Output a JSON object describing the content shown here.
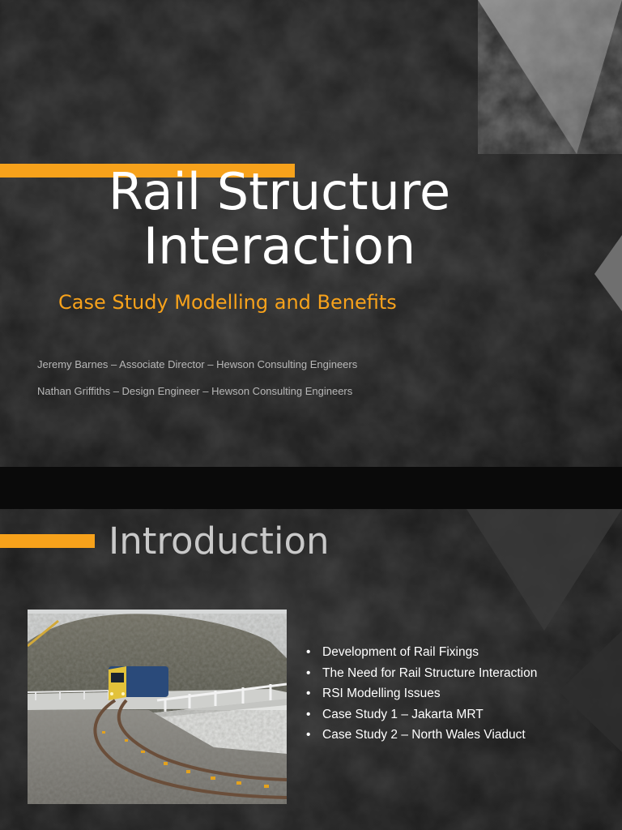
{
  "slide1": {
    "title": "Rail Structure Interaction",
    "subtitle": "Case Study Modelling and Benefits",
    "authors": [
      "Jeremy Barnes  – Associate Director  – Hewson Consulting Engineers",
      "Nathan Griffiths  – Design Engineer  – Hewson Consulting Engineers"
    ]
  },
  "slide2": {
    "title": "Introduction",
    "bullet_glyph": "•",
    "agenda": [
      "Development of Rail Fixings",
      "The Need for Rail Structure Interaction",
      "RSI Modelling Issues",
      "Case Study 1 – Jakarta MRT",
      "Case Study 2 – North Wales Viaduct"
    ]
  },
  "colors": {
    "accent": "#f7a21b",
    "background": "#1d1d1d",
    "title_text": "#ffffff",
    "intro_title_text": "#c9c9c9",
    "author_text": "#b8b8b8"
  }
}
